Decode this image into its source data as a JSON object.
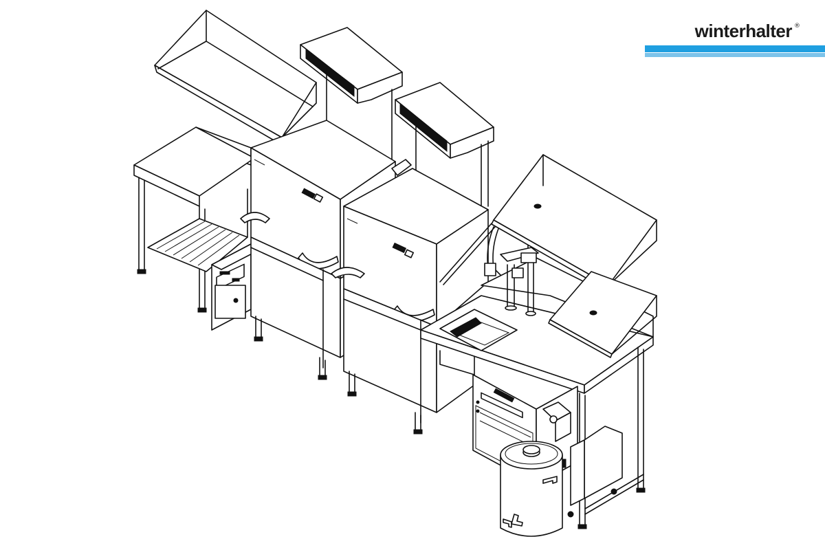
{
  "brand": {
    "name": "winterhalter",
    "registered_mark": "®",
    "colors": {
      "bar_primary": "#1f9fe0",
      "bar_secondary": "#7cc3ea",
      "text": "#1a1a1a"
    }
  },
  "drawing": {
    "style": "isometric line drawing",
    "components": [
      "inlet-table-with-hood",
      "dishwasher-unit-1",
      "dishwasher-unit-2",
      "side-shelf",
      "sink-table",
      "pre-rinse-spray-tap",
      "undercounter-appliance",
      "waste-bin",
      "wall-shelves"
    ]
  }
}
